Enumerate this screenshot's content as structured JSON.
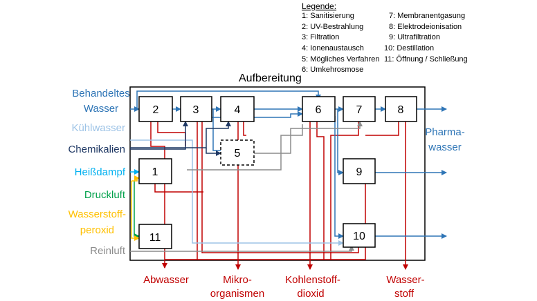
{
  "legend": {
    "title": "Legende:",
    "items": [
      "1: Sanitisierung",
      "2: UV-Bestrahlung",
      "3: Filtration",
      "4: Ionenaustausch",
      "5: Mögliches Verfahren",
      "6: Umkehrosmose",
      "7: Membranentgasung",
      "8: Elektrodeionisation",
      "9: Ultrafiltration",
      "10: Destillation",
      "11: Öffnung / Schließung"
    ]
  },
  "title": "Aufbereitung",
  "boxes": [
    "2",
    "3",
    "4",
    "5",
    "6",
    "7",
    "8",
    "1",
    "9",
    "10",
    "11"
  ],
  "inputs": {
    "treated_water": [
      "Behandeltes",
      "Wasser"
    ],
    "cooling_water": "Kühlwasser",
    "chemicals": "Chemikalien",
    "hot_steam": "Heißdampf",
    "compressed_air": "Druckluft",
    "hydrogen_peroxide": [
      "Wasserstoff-",
      "peroxid"
    ],
    "clean_air": "Reinluft"
  },
  "outputs": {
    "pharma_water": [
      "Pharma-",
      "wasser"
    ],
    "waste_water": "Abwasser",
    "microorganisms": [
      "Mikro-",
      "organismen"
    ],
    "carbon_dioxide": [
      "Kohlenstoff-",
      "dioxid"
    ],
    "hydrogen": [
      "Wasser-",
      "stoff"
    ]
  },
  "colors": {
    "blue": "#2e75b6",
    "light_blue": "#9dc3e6",
    "dark_navy": "#1f3864",
    "cyan": "#00b0f0",
    "green": "#00a04a",
    "yellow": "#ffc000",
    "gray": "#8c8c8c",
    "red": "#c00000"
  }
}
